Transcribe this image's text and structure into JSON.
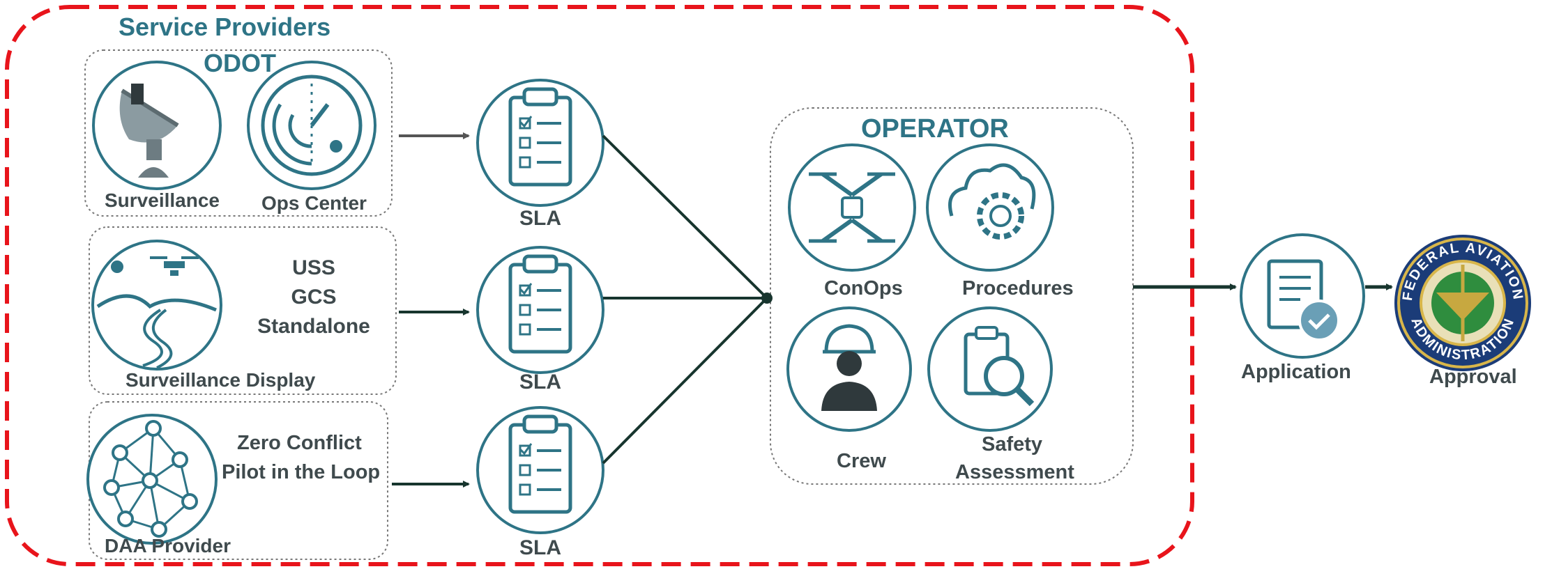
{
  "service_providers": {
    "title": "Service Providers",
    "group1": {
      "title": "ODOT",
      "items": [
        "Surveillance",
        "Ops Center"
      ]
    },
    "group2": {
      "label": "Surveillance Display",
      "lines": [
        "USS",
        "GCS",
        "Standalone"
      ]
    },
    "group3": {
      "label": "DAA Provider",
      "lines": [
        "Zero Conflict",
        "Pilot in the Loop"
      ]
    }
  },
  "sla": [
    "SLA",
    "SLA",
    "SLA"
  ],
  "operator": {
    "title": "OPERATOR",
    "items": [
      "ConOps",
      "Procedures",
      "Crew",
      "Safety",
      "Assessment"
    ]
  },
  "application": "Application",
  "approval": "Approval",
  "seal": {
    "top_text": "FEDERAL AVIATION",
    "bottom_text": "ADMINISTRATION"
  },
  "colors": {
    "teal": "#2e7486",
    "text": "#3f4a4d",
    "dash_red": "#e8141b",
    "navy": "#1b3c78",
    "gold": "#d8b64a"
  }
}
